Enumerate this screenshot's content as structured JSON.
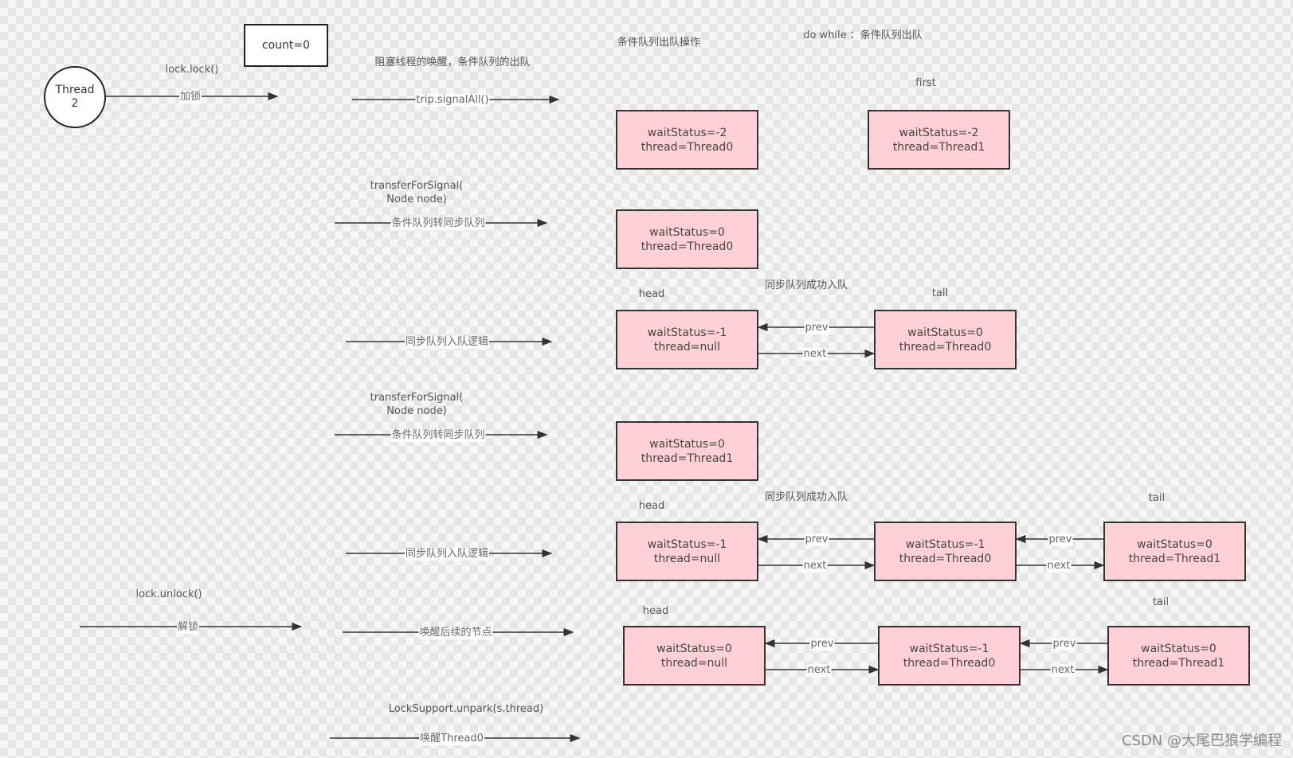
{
  "thread_circle": {
    "line1": "Thread",
    "line2": "2"
  },
  "count_box": "count=0",
  "top_labels": {
    "lock": "lock.lock()",
    "lock_sub": "加锁",
    "wake_blocked": "阻塞线程的唤醒，条件队列的出队",
    "signal_all": "trip.signalAll()",
    "cond_dequeue_op": "条件队列出队操作",
    "do_while": "do  while ：条件队列出队",
    "first": "first"
  },
  "transfer_1": {
    "line1": "transferForSignal(",
    "line2": "Node node)",
    "arrow": "条件队列转同步队列"
  },
  "transfer_2": {
    "line1": "transferForSignal(",
    "line2": "Node node)",
    "arrow": "条件队列转同步队列"
  },
  "enq_1": {
    "arrow": "同步队列入队逻辑",
    "success": "同步队列成功入队",
    "head": "head",
    "tail": "tail"
  },
  "enq_2": {
    "arrow": "同步队列入队逻辑",
    "success": "同步队列成功入队",
    "head": "head",
    "tail": "tail"
  },
  "unlock": {
    "label": "lock.unlock()",
    "sub": "解锁",
    "wake_next": "唤醒后续的节点",
    "head": "head",
    "tail": "tail"
  },
  "unpark": {
    "label": "LockSupport.unpark(s.thread)",
    "arrow": "唤醒Thread0"
  },
  "link_labels": {
    "prev": "prev",
    "next": "next"
  },
  "nodes": {
    "cond_t0": {
      "ws": "waitStatus=-2",
      "th": "thread=Thread0"
    },
    "cond_t1": {
      "ws": "waitStatus=-2",
      "th": "thread=Thread1"
    },
    "trans_t0": {
      "ws": "waitStatus=0",
      "th": "thread=Thread0"
    },
    "sync1_head": {
      "ws": "waitStatus=-1",
      "th": "thread=null"
    },
    "sync1_tail": {
      "ws": "waitStatus=0",
      "th": "thread=Thread0"
    },
    "trans_t1": {
      "ws": "waitStatus=0",
      "th": "thread=Thread1"
    },
    "sync2_head": {
      "ws": "waitStatus=-1",
      "th": "thread=null"
    },
    "sync2_mid": {
      "ws": "waitStatus=-1",
      "th": "thread=Thread0"
    },
    "sync2_tail": {
      "ws": "waitStatus=0",
      "th": "thread=Thread1"
    },
    "sync3_head": {
      "ws": "waitStatus=0",
      "th": "thread=null"
    },
    "sync3_mid": {
      "ws": "waitStatus=-1",
      "th": "thread=Thread0"
    },
    "sync3_tail": {
      "ws": "waitStatus=0",
      "th": "thread=Thread1"
    }
  },
  "watermark": "CSDN @大尾巴狼学编程"
}
